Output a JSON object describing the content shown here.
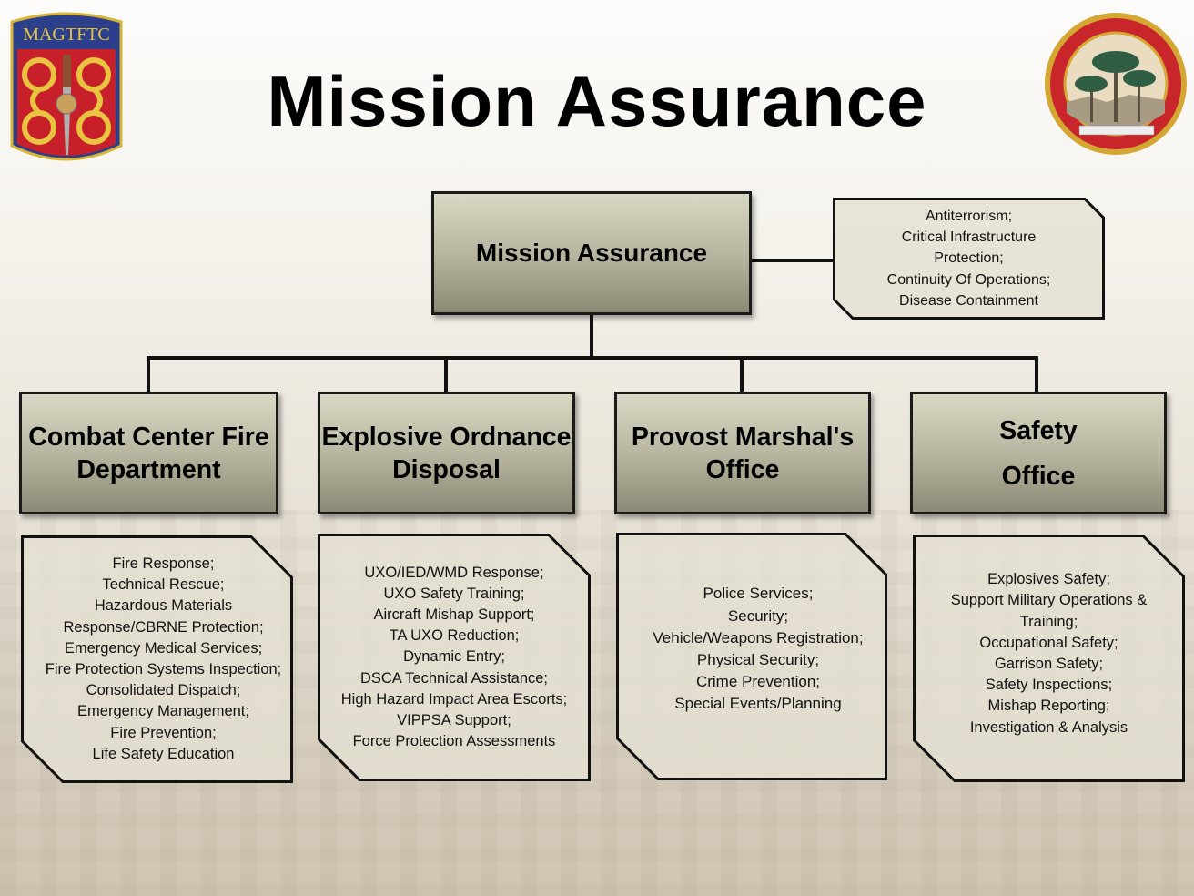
{
  "title": "Mission Assurance",
  "logos": {
    "left": "MAGTFTC",
    "right": "Marine Corps Air Ground Combat Center — Twentynine Palms, California"
  },
  "colors": {
    "header_fill": "#b8b6a0",
    "detail_fill": "#e4e0d2",
    "line": "#111111"
  },
  "root": {
    "label": "Mission Assurance"
  },
  "root_detail": {
    "lines": [
      "Antiterrorism;",
      "Critical Infrastructure",
      "Protection;",
      "Continuity Of Operations;",
      "Disease Containment"
    ]
  },
  "divisions": [
    {
      "lines": [
        "Combat Center Fire",
        "Department"
      ],
      "details": [
        "Fire Response;",
        "Technical Rescue;",
        "Hazardous Materials",
        "Response/CBRNE Protection;",
        "Emergency Medical Services;",
        "Fire Protection Systems Inspection;",
        "Consolidated Dispatch;",
        "Emergency Management;",
        "Fire Prevention;",
        "Life Safety Education"
      ]
    },
    {
      "lines": [
        "Explosive Ordnance",
        "Disposal"
      ],
      "details": [
        "UXO/IED/WMD Response;",
        "UXO Safety Training;",
        "Aircraft Mishap Support;",
        "TA UXO Reduction;",
        "Dynamic Entry;",
        "DSCA Technical Assistance;",
        "High Hazard Impact Area Escorts;",
        "VIPPSA Support;",
        "Force Protection Assessments"
      ]
    },
    {
      "lines": [
        "Provost Marshal's",
        "Office"
      ],
      "details": [
        "Police Services;",
        "Security;",
        "Vehicle/Weapons Registration;",
        "Physical Security;",
        "Crime Prevention;",
        "Special Events/Planning"
      ]
    },
    {
      "lines": [
        "Safety",
        "Office"
      ],
      "details": [
        "Explosives Safety;",
        "Support Military Operations &",
        "Training;",
        "Occupational Safety;",
        "Garrison Safety;",
        "Safety Inspections;",
        "Mishap Reporting;",
        "Investigation & Analysis"
      ]
    }
  ]
}
